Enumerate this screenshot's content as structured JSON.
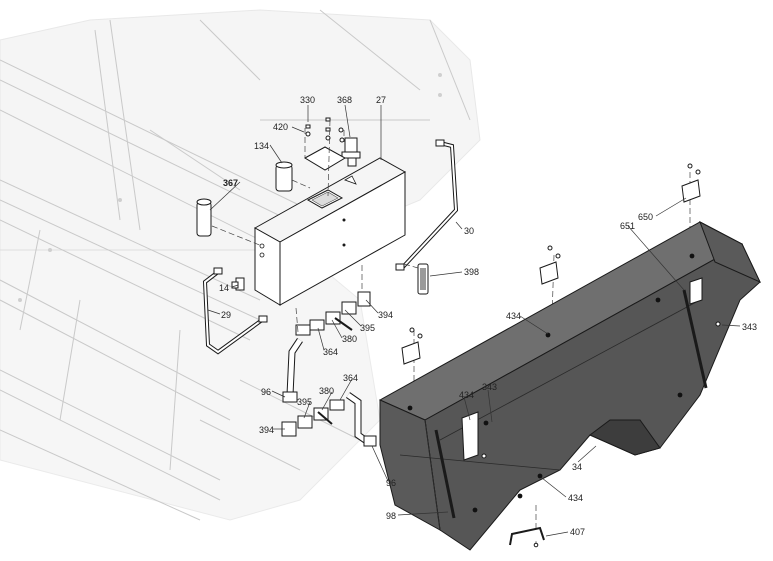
{
  "diagram": {
    "labels": {
      "l330": "330",
      "l368": "368",
      "l27": "27",
      "l420": "420",
      "l134": "134",
      "l367": "367",
      "l30": "30",
      "l14": "14",
      "l29": "29",
      "l398": "398",
      "l394a": "394",
      "l395a": "395",
      "l380a": "380",
      "l364a": "364",
      "l96a": "96",
      "l380b": "380",
      "l364b": "364",
      "l395b": "395",
      "l394b": "394",
      "l96b": "96",
      "l650": "650",
      "l651": "651",
      "l434a": "434",
      "l343a": "343",
      "l343b": "343",
      "l434b": "434",
      "l34": "34",
      "l434c": "434",
      "l98": "98",
      "l407": "407"
    },
    "colors": {
      "tank_fill": "#ffffff",
      "box_front": "#4a4a4a",
      "box_top": "#6b6b6b",
      "box_side": "#575757",
      "ghost": "#cfcfcf",
      "lines": "#1a1a1a"
    }
  }
}
